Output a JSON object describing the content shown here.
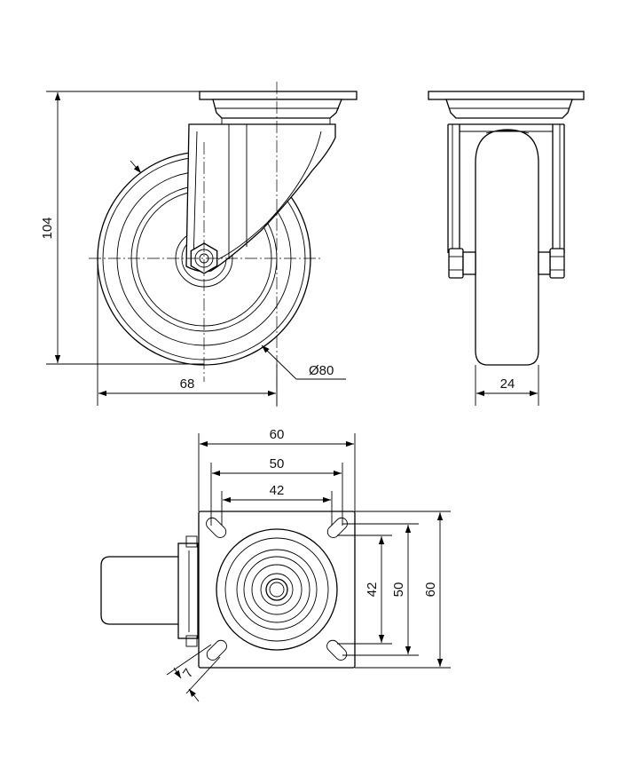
{
  "dimensions": {
    "height_total": "104",
    "width_offset": "68",
    "wheel_diameter": "Ø80",
    "wheel_width": "24",
    "plate_width": "60",
    "hole_spacing_outer": "50",
    "hole_spacing_inner": "42",
    "plate_height": "60",
    "hole_spacing_outer_vertical": "50",
    "hole_spacing_inner_vertical": "42",
    "hole_slot": "7"
  }
}
